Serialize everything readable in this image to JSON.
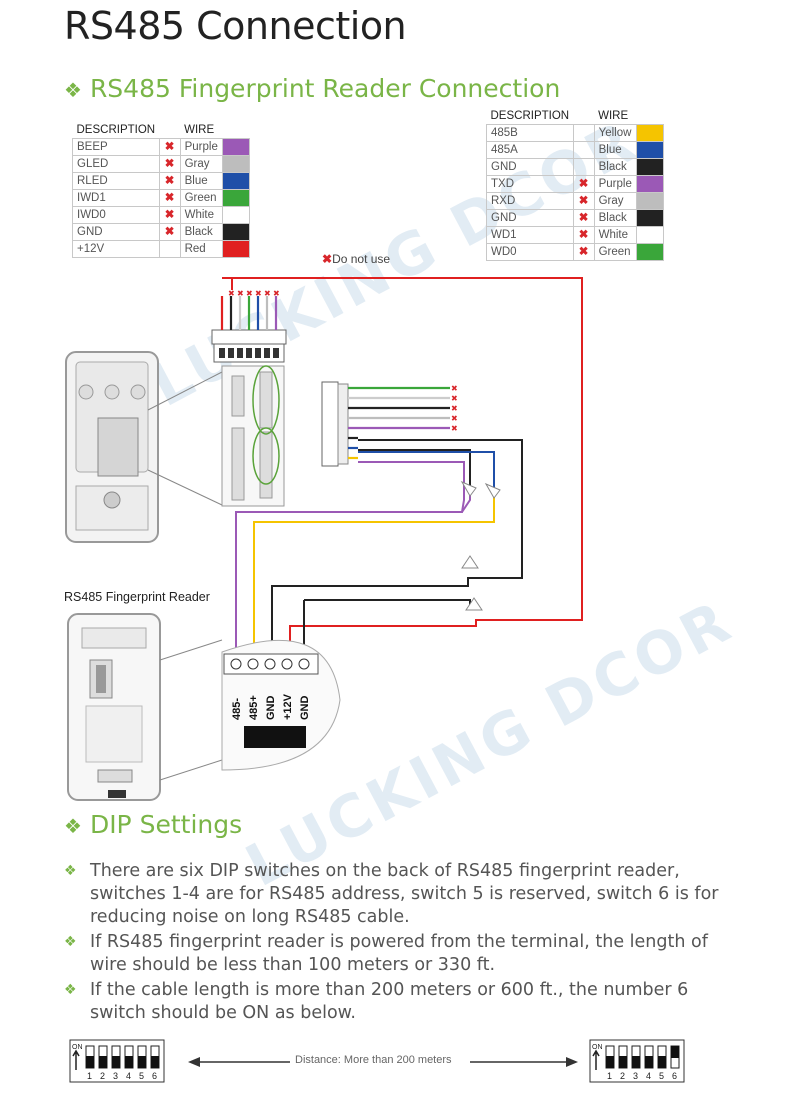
{
  "title": "RS485 Connection",
  "section1": "RS485 Fingerprint Reader Connection",
  "left_table": {
    "headers": [
      "DESCRIPTION",
      "WIRE"
    ],
    "rows": [
      {
        "desc": "BEEP",
        "mark": "✖",
        "wire": "Purple",
        "color": "#9b59b6"
      },
      {
        "desc": "GLED",
        "mark": "✖",
        "wire": "Gray",
        "color": "#bdbdbd"
      },
      {
        "desc": "RLED",
        "mark": "✖",
        "wire": "Blue",
        "color": "#1f4fa8"
      },
      {
        "desc": "IWD1",
        "mark": "✖",
        "wire": "Green",
        "color": "#3aa63a"
      },
      {
        "desc": "IWD0",
        "mark": "✖",
        "wire": "White",
        "color": "#ffffff"
      },
      {
        "desc": "GND",
        "mark": "✖",
        "wire": "Black",
        "color": "#222222"
      },
      {
        "desc": "+12V",
        "mark": "",
        "wire": "Red",
        "color": "#e02020"
      }
    ]
  },
  "right_table": {
    "headers": [
      "DESCRIPTION",
      "WIRE"
    ],
    "rows": [
      {
        "desc": "485B",
        "mark": "",
        "wire": "Yellow",
        "color": "#f5c400"
      },
      {
        "desc": "485A",
        "mark": "",
        "wire": "Blue",
        "color": "#1f4fa8"
      },
      {
        "desc": "GND",
        "mark": "",
        "wire": "Black",
        "color": "#222222"
      },
      {
        "desc": "TXD",
        "mark": "✖",
        "wire": "Purple",
        "color": "#9b59b6"
      },
      {
        "desc": "RXD",
        "mark": "✖",
        "wire": "Gray",
        "color": "#bdbdbd"
      },
      {
        "desc": "GND",
        "mark": "✖",
        "wire": "Black",
        "color": "#222222"
      },
      {
        "desc": "WD1",
        "mark": "✖",
        "wire": "White",
        "color": "#ffffff"
      },
      {
        "desc": "WD0",
        "mark": "✖",
        "wire": "Green",
        "color": "#3aa63a"
      }
    ]
  },
  "do_not_use": {
    "mark": "✖",
    "text": "Do not use"
  },
  "reader_label": "RS485 Fingerprint Reader",
  "terminal_labels": [
    "485-",
    "485+",
    "GND",
    "+12V",
    "GND"
  ],
  "section2": "DIP Settings",
  "bullets": [
    "There are six DIP switches on the back of RS485 fingerprint reader, switches 1-4 are for RS485 address, switch 5 is reserved, switch 6 is for reducing noise on long RS485 cable.",
    "If RS485 fingerprint reader is powered from the terminal, the length of wire should be less than 100 meters or 330 ft.",
    "If the cable length is more than 200 meters or 600 ft., the number 6 switch should be ON as below."
  ],
  "dip": {
    "on_label": "ON",
    "numbers": [
      "1",
      "2",
      "3",
      "4",
      "5",
      "6"
    ],
    "left_on": [
      false,
      false,
      false,
      false,
      false,
      false
    ],
    "right_on": [
      false,
      false,
      false,
      false,
      false,
      true
    ]
  },
  "distance_label": "Distance: More than 200 meters",
  "watermark": "LUCKING DCOR",
  "colors": {
    "accent": "#7ab547",
    "red": "#e02020",
    "purple": "#9b59b6",
    "yellow": "#f5c400",
    "blue": "#1f4fa8",
    "black": "#222222"
  }
}
